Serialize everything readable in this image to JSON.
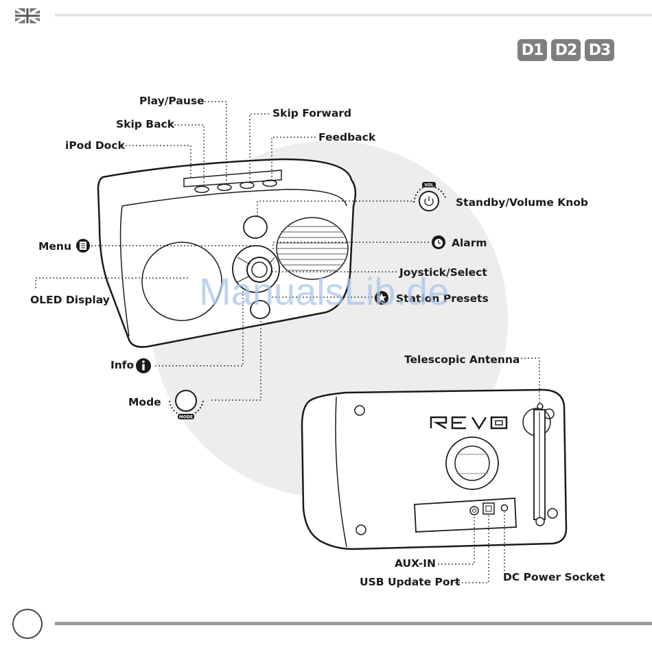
{
  "badges": [
    "D1",
    "D2",
    "D3"
  ],
  "labels": {
    "play_pause": "Play/Pause",
    "skip_back": "Skip Back",
    "skip_forward": "Skip Forward",
    "feedback": "Feedback",
    "ipod_dock": "iPod Dock",
    "standby_volume": "Standby/Volume Knob",
    "menu": "Menu",
    "alarm": "Alarm",
    "joystick": "Joystick/Select",
    "oled": "OLED Display",
    "station_presets": "Station Presets",
    "info": "Info",
    "mode": "Mode",
    "antenna": "Telescopic Antenna",
    "aux_in": "AUX-IN",
    "usb": "USB Update Port",
    "dc_power": "DC Power Socket"
  },
  "knob_text": {
    "vol": "VOL",
    "mode": "MODE"
  },
  "brand": "REVO",
  "watermark": "ManualsLib.de",
  "colors": {
    "line": "#1a1a1a",
    "bg_circle": "#ededed",
    "badge": "#7f7f7f",
    "watermark": "#a9c6ec"
  }
}
